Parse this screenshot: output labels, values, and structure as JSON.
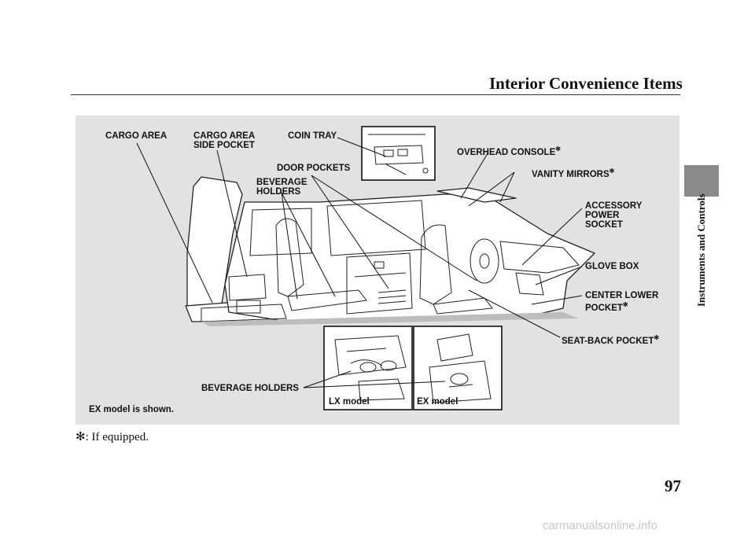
{
  "header": {
    "title": "Interior Convenience Items"
  },
  "side_tab": {
    "label": "Instruments and Controls"
  },
  "figure": {
    "labels": {
      "cargo_area": "CARGO AREA",
      "cargo_area_side_pocket": "CARGO AREA\nSIDE POCKET",
      "coin_tray": "COIN TRAY",
      "overhead_console": "OVERHEAD CONSOLE",
      "door_pockets": "DOOR POCKETS",
      "vanity_mirrors": "VANITY MIRRORS",
      "beverage_holders_top": "BEVERAGE\nHOLDERS",
      "accessory_power_socket": "ACCESSORY\nPOWER\nSOCKET",
      "glove_box": "GLOVE BOX",
      "center_lower_pocket": "CENTER LOWER\nPOCKET",
      "seat_back_pocket": "SEAT-BACK POCKET",
      "beverage_holders_bottom": "BEVERAGE HOLDERS",
      "lx_model": "LX model",
      "ex_model": "EX model",
      "ex_model_shown": "EX model is shown."
    },
    "equipped_mark": "✻"
  },
  "footnote": {
    "text": "✻: If equipped."
  },
  "page": {
    "number": "97"
  },
  "watermark": {
    "text": "carmanualsonline.info"
  }
}
